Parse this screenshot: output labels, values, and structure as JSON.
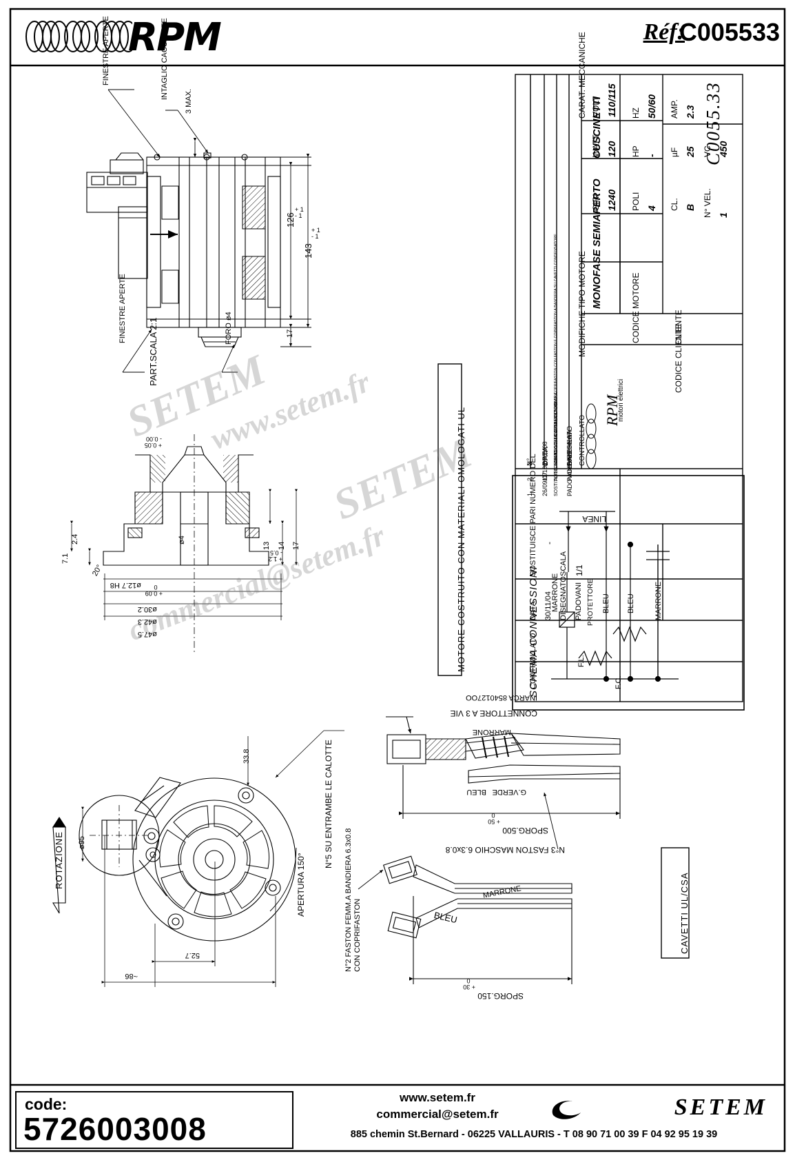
{
  "header": {
    "brand": "RPM",
    "ref_label": "Réf:",
    "ref_value": "C005533"
  },
  "footer": {
    "code_label": "code:",
    "code_value": "5726003008",
    "website": "www.setem.fr",
    "email": "commercial@setem.fr",
    "address": "885 chemin St.Bernard  -  06225 VALLAURIS  -  T 08 90 71 00 39   F 04 92 95 19 39",
    "company": "SETEM"
  },
  "watermarks": {
    "line1": "www.setem.fr",
    "line2": "commercial@setem.fr",
    "big1": "SETEM",
    "big2": "SETEM"
  },
  "title_block": {
    "drawing_code": "C0055.33",
    "motor_type_label": "TIPO MOTORE",
    "motor_type_value": "MONOFASE SEMIAPERTO",
    "mech_char_label": "CARAT. MECCANICHE",
    "mech_char_value": "CUSCINETTI",
    "rows": [
      {
        "label": "VOLT",
        "value": "110/115",
        "label2": "HZ",
        "value2": "50/60",
        "label3": "AMP.",
        "value3": "2.3"
      },
      {
        "label": "WATT",
        "value": "120",
        "label2": "HP",
        "value2": "-",
        "label3": "µF",
        "value3": "25",
        "label4": "VC",
        "value4": "450"
      },
      {
        "label": "GIRI",
        "value": "1240",
        "label2": "POLI",
        "value2": "4",
        "label3": "CL.",
        "value3": "B",
        "label4": "N° VEL.",
        "value4": "1"
      }
    ],
    "modifiche_label": "MODIFICHE",
    "codice_motore": "CODICE MOTORE",
    "cliente": "CLIENTE",
    "codice_cliente": "CODICE CLIENTE",
    "revisions": [
      {
        "n": "3",
        "data": "24/11/08",
        "text": "SOSTITUISCE FASTON FEMM.A.380.8 E COPRIFASTON CON FASTON E COPRIFASTON A BANDIERA SU CAVETTI CONDENSATORE",
        "by": "BACCHEGA"
      },
      {
        "n": "2",
        "data": "11/10/07",
        "text": "AGGIORNATO VISTA ATTACCO POMPA",
        "by": "PADOVANI"
      },
      {
        "n": "1",
        "data": "26/09/07",
        "text": "SOSTITUITO TAPPO CON COPRIFASTON",
        "by": "PADOVANI"
      }
    ],
    "rev_head": {
      "n": "N°",
      "data": "DATA",
      "disegnato": "DISEGNATO",
      "controllato": "CONTROLLATO"
    },
    "sostituisce": "SOSTITUISCE PARI NUMERO DEL",
    "sostituisce_val": "-",
    "scala_label": "SCALA",
    "scala_val": "1/1",
    "data_label": "DATA",
    "data_val": "30/11/04",
    "disegnato_label": "DISEGNATO",
    "disegnato_val": "PADOVANI",
    "controllato_label": "CONTROLLATO",
    "rpm_sub": "motori elettrici"
  },
  "notes": {
    "ul_note": "MOTORE COSTRUITO CON MATERIALI OMOLOGATI UL",
    "schema": "SCHEMA CONNESSIONI",
    "cavetti": "CAVETTI UL/CSA",
    "part_scala": "PART.SCALA 2:1"
  },
  "view_top": {
    "labels": [
      "FINESTRE APERTE",
      "INTAGLIO CACCIAVITE",
      "3 MAX.",
      "126",
      "143",
      "17",
      "FINESTRE APERTE",
      "FORO ø4",
      "+ 1\n- 1",
      "+ 1\n- 1"
    ]
  },
  "view_part": {
    "labels": [
      "2.4",
      "7.1",
      "20°",
      "13",
      "14",
      "17",
      "ø4",
      "ø12.7 H8",
      "ø30.2",
      "ø42.3",
      "ø47.5",
      "+ 0.05\n- 0.00",
      "+ 1.2\n- 0.5",
      "+ 0.09\n  0"
    ]
  },
  "view_bottom": {
    "labels": [
      "ROTAZIONE",
      "ø95",
      "33.8",
      "52.7",
      "~86",
      "APERTURA 150°",
      "N°5 SU ENTRAMBE LE CALOTTE"
    ]
  },
  "wiring": {
    "line": "LINEA",
    "protettore": "PROTETTORE",
    "marrone": "MARRONE",
    "bleu1": "BLEU",
    "bleu2": "BLEU",
    "marrone2": "MARRONE",
    "fl": "F.L.",
    "fc": "F.C."
  },
  "connector": {
    "title": "CONNETTORE A 3 VIE",
    "mark": "INARCA 8540127OO",
    "marrone": "MARRONE",
    "bleu": "BLEU",
    "sverde": "G.VERDE",
    "sporg": "SPORG.500",
    "sporg_tol": "+ 50\n   0",
    "faston3": "N°3 FASTON MASCHIO 6.3x0.8"
  },
  "faston": {
    "note": "N°2 FASTON FEMM.A BANDIERA 6.3x0.8\nCON COPRIFASTON",
    "marrone": "MARRONE",
    "bleu": "BLEU",
    "sporg": "SPORG.150",
    "sporg_tol": "+ 30\n   0"
  }
}
